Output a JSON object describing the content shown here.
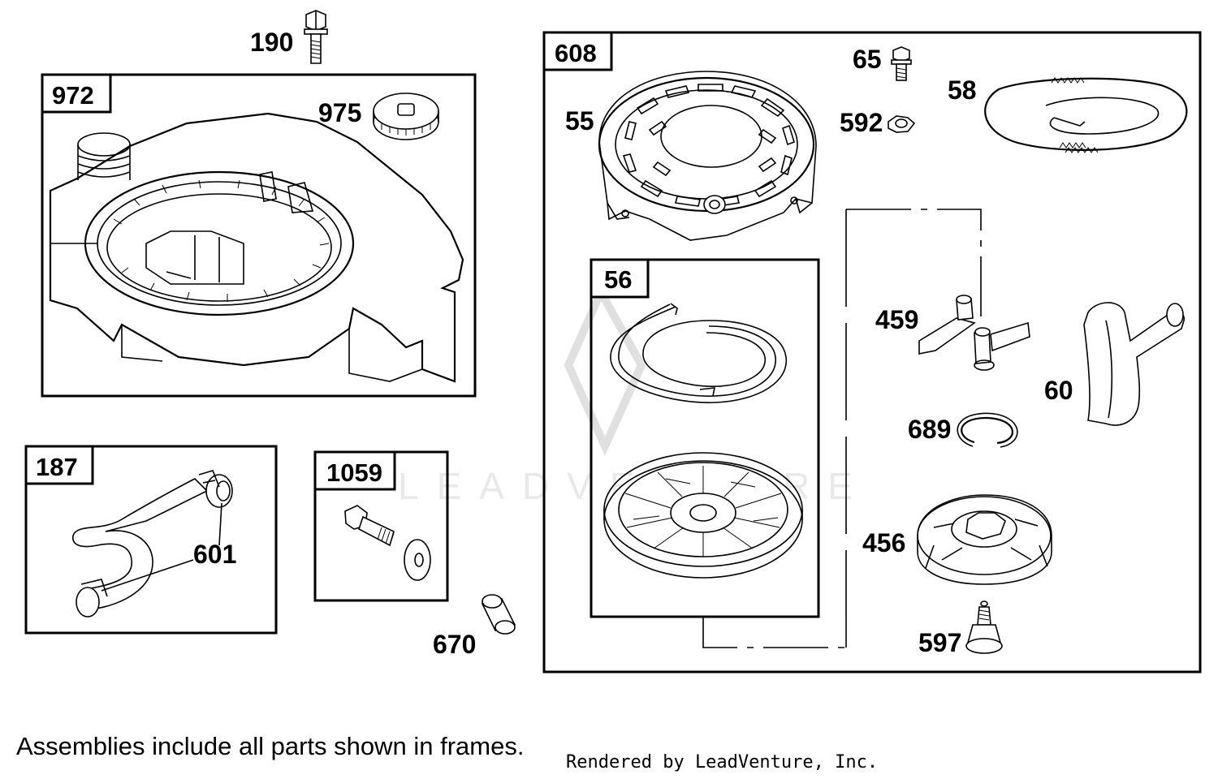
{
  "frames": {
    "f972": "972",
    "f187": "187",
    "f1059": "1059",
    "f608": "608",
    "f56": "56"
  },
  "parts": {
    "p190": "190",
    "p975": "975",
    "p601": "601",
    "p670": "670",
    "p65": "65",
    "p58": "58",
    "p55": "55",
    "p592": "592",
    "p459": "459",
    "p60": "60",
    "p689": "689",
    "p456": "456",
    "p597": "597"
  },
  "footer": {
    "note": "Assemblies include all parts shown in frames.",
    "credit": "Rendered by LeadVenture, Inc."
  },
  "watermark": "LEADVENTURE"
}
